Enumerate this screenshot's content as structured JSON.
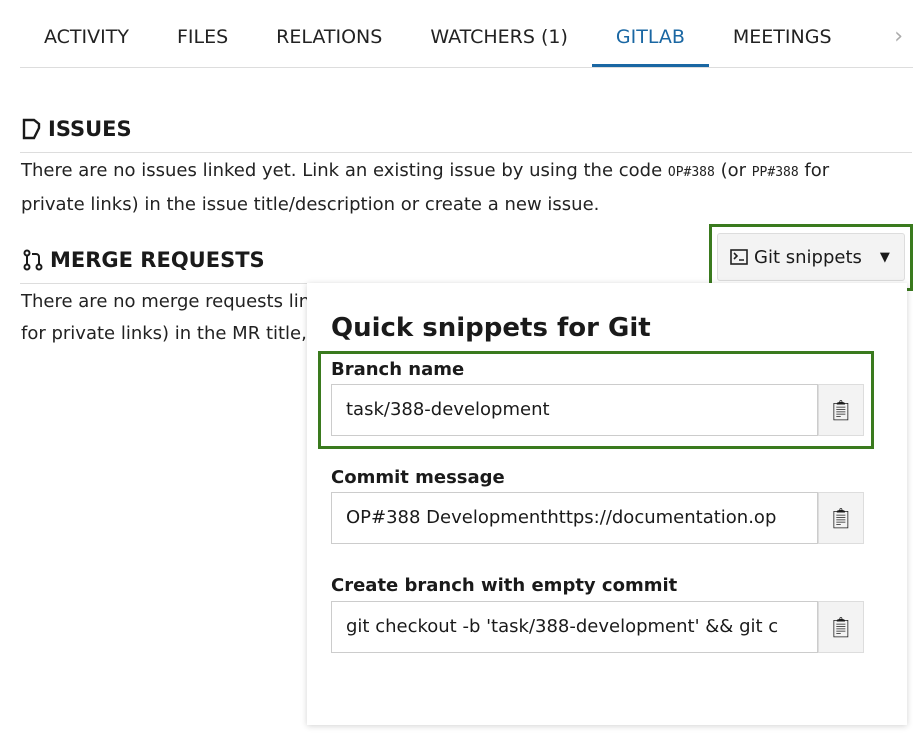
{
  "tabs": [
    "ACTIVITY",
    "FILES",
    "RELATIONS",
    "WATCHERS (1)",
    "GITLAB",
    "MEETINGS"
  ],
  "active_tab": "GITLAB",
  "issues": {
    "title": "ISSUES",
    "text1": "There are no issues linked yet. Link an existing issue by using the code ",
    "code1": "OP#388",
    "text2": " (or ",
    "code2": "PP#388",
    "text3": " for",
    "line2": "private links) in the issue title/description or create a new issue."
  },
  "merge_requests": {
    "title": "MERGE REQUESTS",
    "line1": "There are no merge requests lin",
    "line2": "for private links) in the MR title,"
  },
  "snippets_button": "Git snippets",
  "dropdown": {
    "title": "Quick snippets for Git",
    "fields": [
      {
        "label": "Branch name",
        "value": "task/388-development"
      },
      {
        "label": "Commit message",
        "value": "OP#388 Developmenthttps://documentation.op"
      },
      {
        "label": "Create branch with empty commit",
        "value": "git checkout -b 'task/388-development' && git c"
      }
    ]
  },
  "highlight_color": "#3a7a1e",
  "accent": "#1a67a3"
}
